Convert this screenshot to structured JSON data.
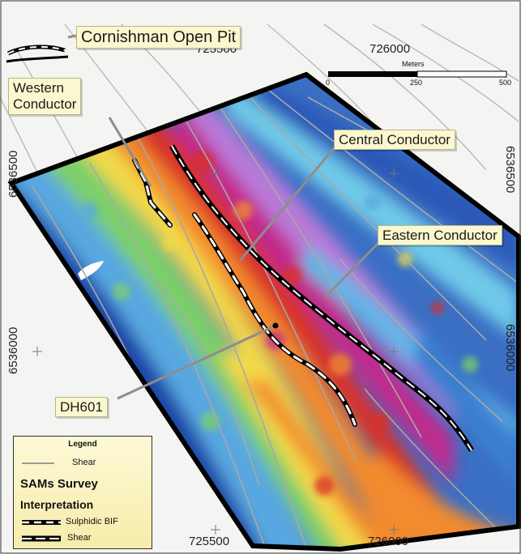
{
  "labels": {
    "cornishman": "Cornishman Open Pit",
    "western_line1": "Western",
    "western_line2": "Conductor",
    "central": "Central Conductor",
    "eastern": "Eastern Conductor",
    "dh601": "DH601"
  },
  "grid": {
    "x_top_1": "725500",
    "x_top_2": "726000",
    "x_bottom_1": "725500",
    "x_bottom_2": "726000",
    "y_left_1": "6536500",
    "y_left_2": "6536000",
    "y_right_1": "6536500",
    "y_right_2": "6536000"
  },
  "scale_bar": {
    "unit": "Meters",
    "ticks": [
      "0",
      "250",
      "500"
    ]
  },
  "legend": {
    "title": "Legend",
    "shear_line": "Shear",
    "survey_title": "SAMs Survey",
    "interpretation_title": "Interpretation",
    "sulphidic_bif": "Sulphidic BIF",
    "shear_double": "Shear"
  },
  "colors": {
    "callout_fill": "#fbf7cf",
    "legend_fill": "#f7eeb0",
    "survey_outline": "#000000",
    "shear_line": "#9a9a9a"
  }
}
